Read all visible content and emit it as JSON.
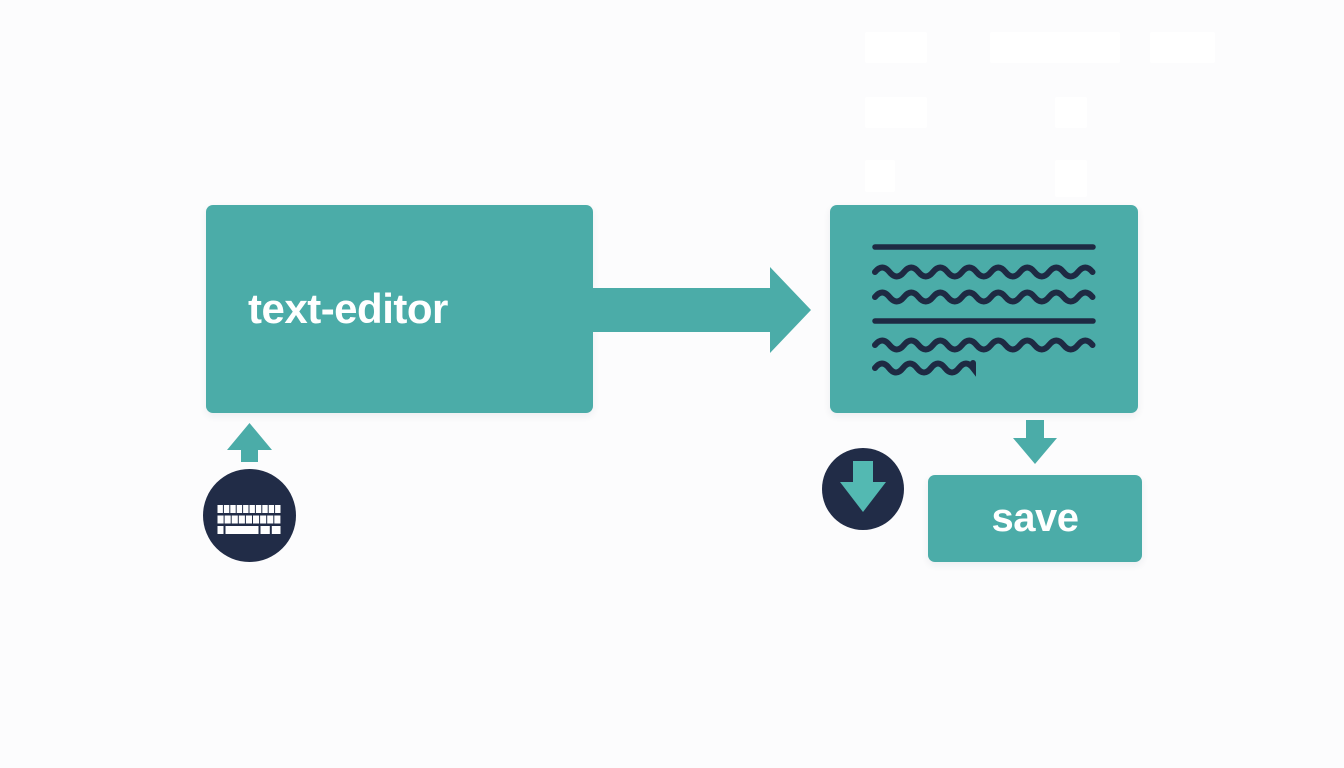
{
  "colors": {
    "teal": "#4BACA8",
    "teal_bright": "#53B9B2",
    "navy": "#212C47",
    "line_navy": "#1E2A43",
    "label_white": "#FFFFFF",
    "background": "#FCFCFD"
  },
  "diagram": {
    "editor_box": {
      "label": "text-editor"
    },
    "document_box": {
      "icon": "document-text-lines-icon",
      "lines": [
        {
          "style": "straight",
          "width": "full"
        },
        {
          "style": "wavy",
          "width": "full"
        },
        {
          "style": "wavy",
          "width": "full"
        },
        {
          "style": "straight",
          "width": "full"
        },
        {
          "style": "wavy",
          "width": "full"
        },
        {
          "style": "wavy",
          "width": "short"
        }
      ]
    },
    "save_box": {
      "label": "save"
    },
    "badges": [
      {
        "icon": "keyboard-icon"
      },
      {
        "icon": "download-arrow-icon"
      }
    ],
    "arrows": [
      {
        "name": "editor-to-document",
        "direction": "right"
      },
      {
        "name": "keyboard-to-editor",
        "direction": "up"
      },
      {
        "name": "document-to-save",
        "direction": "down"
      }
    ]
  }
}
